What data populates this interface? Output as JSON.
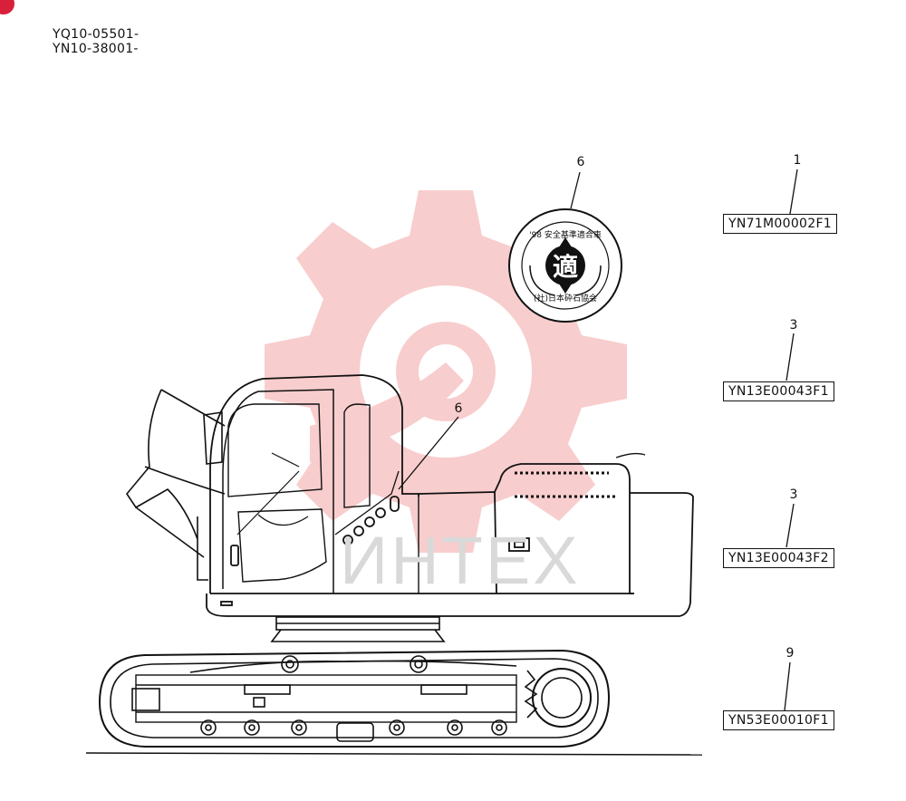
{
  "header": {
    "serial_1": "YQ10-05501-",
    "serial_2": "YN10-38001-"
  },
  "watermark": {
    "text": "ИНТЕХ",
    "color": "#f4a5a5"
  },
  "mark_decal": {
    "top_text": "'98 安全基準適合車",
    "center_char": "適",
    "bottom_text": "(社)日本砕石協会"
  },
  "callouts": [
    {
      "number": "6"
    },
    {
      "number": "6"
    },
    {
      "number": "1"
    },
    {
      "number": "3"
    },
    {
      "number": "3"
    },
    {
      "number": "9"
    }
  ],
  "part_labels": [
    {
      "code": "YN71M00002F1"
    },
    {
      "code": "YN13E00043F1"
    },
    {
      "code": "YN13E00043F2"
    },
    {
      "code": "YN53E00010F1"
    }
  ],
  "colors": {
    "line": "#111111",
    "watermark_gear": "#f4a5a5",
    "corner_mark": "#d8203a"
  }
}
